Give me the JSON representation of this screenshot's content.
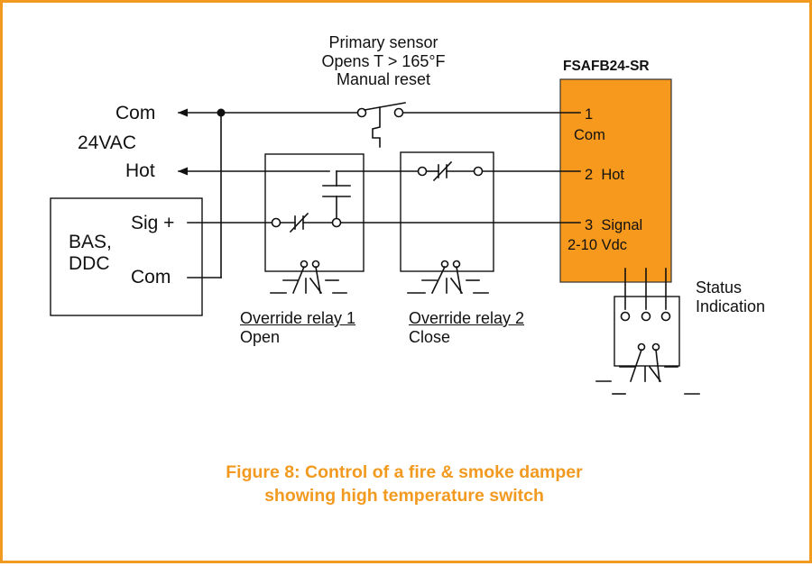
{
  "colors": {
    "frame": "#f29a1f",
    "actuator_fill": "#f7991d",
    "caption": "#f29a1f",
    "wire": "#111111"
  },
  "labels": {
    "primary_sensor": [
      "Primary sensor",
      "Opens T > 165°F",
      "Manual reset"
    ],
    "actuator_model": "FSAFB24-SR",
    "supply_com": "Com",
    "supply_voltage": "24VAC",
    "supply_hot": "Hot",
    "bas_name": [
      "BAS,",
      "DDC"
    ],
    "bas_sig": "Sig +",
    "bas_com": "Com",
    "term1_num": "1",
    "term1_name": "Com",
    "term2": "2  Hot",
    "term3": "3  Signal",
    "term3_range": "2-10 Vdc",
    "status": [
      "Status",
      "Indication"
    ],
    "relay1_title": "Override relay 1",
    "relay1_action": "Open",
    "relay2_title": "Override relay 2",
    "relay2_action": "Close"
  },
  "caption": [
    "Figure 8: Control of a fire & smoke damper",
    "showing high temperature switch"
  ]
}
